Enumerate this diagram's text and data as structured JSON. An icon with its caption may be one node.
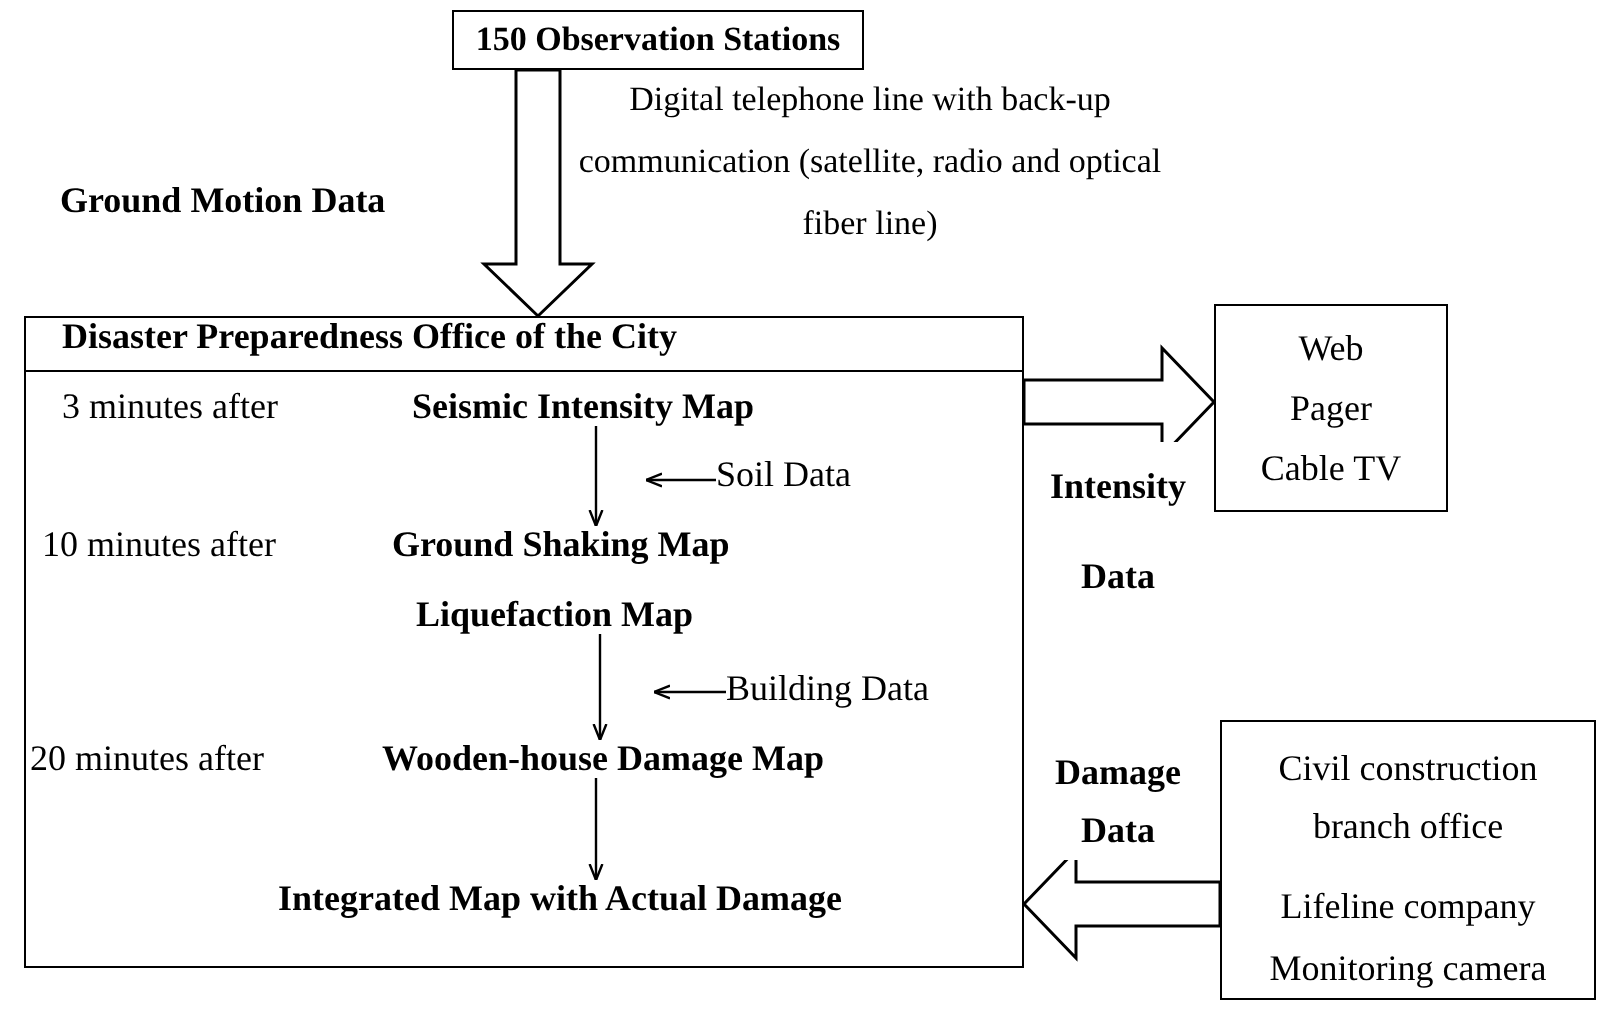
{
  "diagram": {
    "nodes": [
      {
        "text": [
          "150 Observation Stations"
        ]
      },
      {
        "text": [
          "Disaster Preparedness Office of the City"
        ]
      },
      {
        "text": [
          "Seismic Intensity Map"
        ],
        "in": 1,
        "beside": [
          "3 minutes after"
        ]
      },
      {
        "text": [
          "Soil Data"
        ],
        "in": 1
      },
      {
        "text": [
          "Ground Shaking Map"
        ],
        "in": 1,
        "beside": [
          "10 minutes after"
        ]
      },
      {
        "text": [
          "Liquefaction Map"
        ],
        "in": 1
      },
      {
        "text": [
          "Building Data"
        ],
        "in": 1
      },
      {
        "text": [
          "Wooden-house Damage Map"
        ],
        "in": 1,
        "beside": [
          "20 minutes after"
        ]
      },
      {
        "text": [
          "Integrated Map with Actual Damage"
        ],
        "in": 1
      },
      {
        "text": [
          "Web",
          "Pager",
          "Cable TV"
        ]
      },
      {
        "text": [
          "Civil construction branch office",
          "Lifeline company",
          "Monitoring camera"
        ]
      }
    ],
    "edges": [
      {
        "from": 0,
        "to": 1,
        "arrow": "to",
        "style": "thick",
        "label": "Ground Motion Data"
      },
      {
        "from": 2,
        "to": 4,
        "arrow": "to"
      },
      {
        "from": 3,
        "to": 4,
        "arrow": "to"
      },
      {
        "from": 5,
        "to": 7,
        "arrow": "to"
      },
      {
        "from": 6,
        "to": 7,
        "arrow": "to"
      },
      {
        "from": 7,
        "to": 8,
        "arrow": "to"
      },
      {
        "from": 1,
        "to": 9,
        "arrow": "to",
        "style": "thick",
        "label": "Intensity Data"
      },
      {
        "from": 10,
        "to": 1,
        "arrow": "to",
        "style": "thick",
        "label": "Damage Data"
      }
    ],
    "labels": [
      "Digital telephone line with back-up communication (satellite, radio and optical fiber line)"
    ]
  }
}
